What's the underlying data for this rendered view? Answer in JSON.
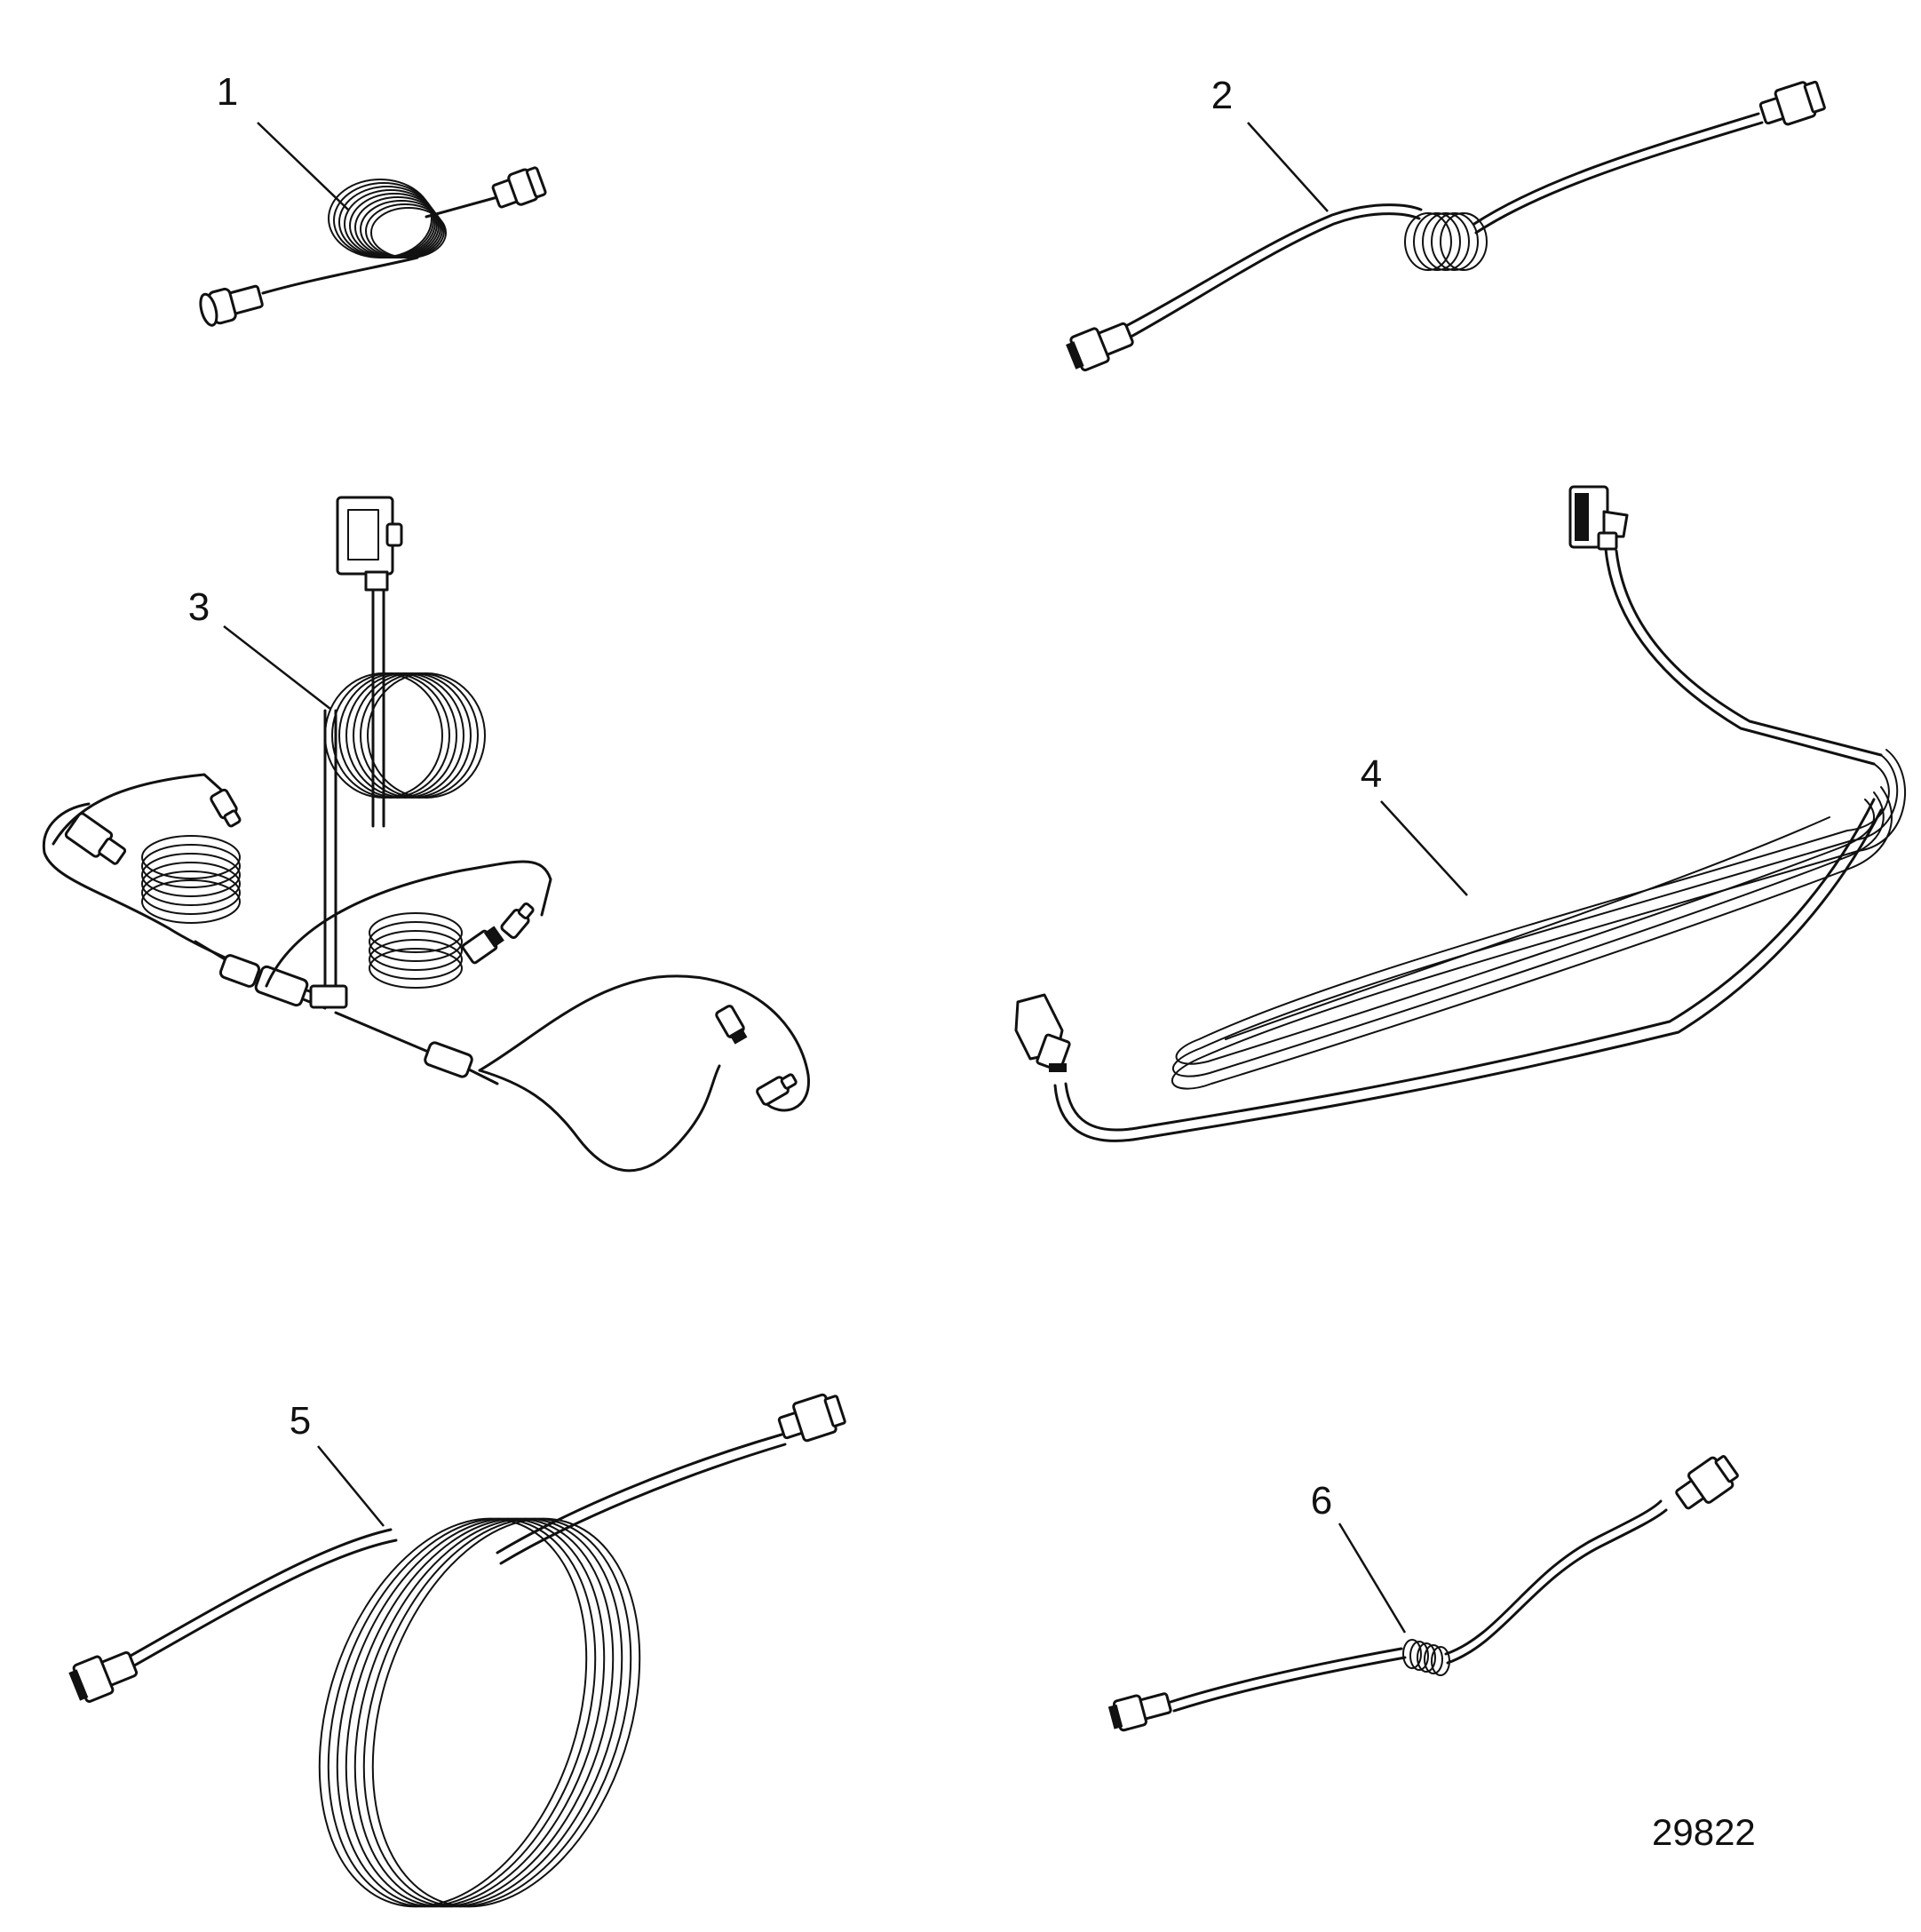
{
  "callouts": [
    {
      "id": "1",
      "label": "1"
    },
    {
      "id": "2",
      "label": "2"
    },
    {
      "id": "3",
      "label": "3"
    },
    {
      "id": "4",
      "label": "4"
    },
    {
      "id": "5",
      "label": "5"
    },
    {
      "id": "6",
      "label": "6"
    }
  ],
  "figure_ref": "29822"
}
